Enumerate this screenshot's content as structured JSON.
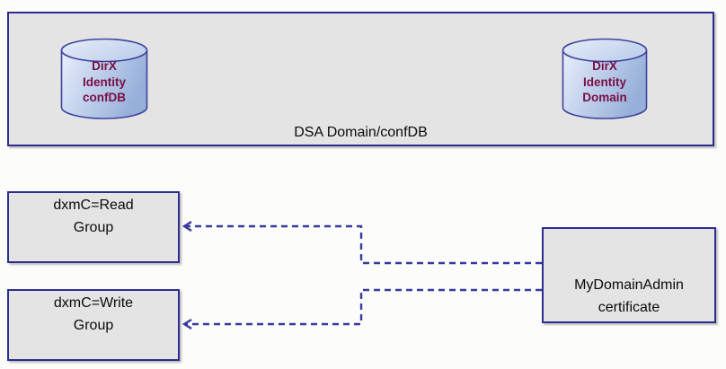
{
  "dsa_container": {
    "label": "DSA Domain/confDB"
  },
  "cylinders": [
    {
      "id": "dirx-identity-confdb",
      "lines": [
        "DirX",
        "Identity",
        "confDB"
      ]
    },
    {
      "id": "dirx-identity-domain",
      "lines": [
        "DirX",
        "Identity",
        "Domain"
      ]
    }
  ],
  "group_boxes": [
    {
      "id": "read-group",
      "lines": [
        "dxmC=Read",
        "Group"
      ]
    },
    {
      "id": "write-group",
      "lines": [
        "dxmC=Write",
        "Group"
      ]
    }
  ],
  "certificate_box": {
    "id": "mydomainadmin-certificate",
    "lines": [
      "MyDomainAdmin",
      "certificate"
    ]
  },
  "connectors": [
    {
      "from": "mydomainadmin-certificate",
      "to": "read-group",
      "style": "dashed",
      "arrow_at": "to"
    },
    {
      "from": "mydomainadmin-certificate",
      "to": "write-group",
      "style": "dashed",
      "arrow_at": "to"
    }
  ],
  "colors": {
    "background": "#fcfdfa",
    "node_fill": "#e4e4e4",
    "node_border": "#2d2d90",
    "connector_blue": "#3838a0",
    "cylinder_outline": "#3c429f",
    "cylinder_fill_light": "#e9effa",
    "cylinder_fill_dark": "#97b0d9",
    "cylinder_text": "#7a0e45",
    "label_text": "#0a0a0a"
  }
}
